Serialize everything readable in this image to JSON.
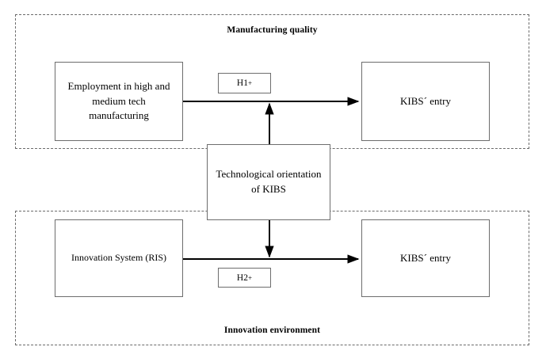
{
  "figure": {
    "type": "conceptual-model-diagram",
    "background_color": "#ffffff",
    "line_color": "#000000",
    "box_border_color": "#6d6d6d",
    "dashed_border_color": "#6b6b6b"
  },
  "groups": [
    {
      "id": "manufacturing",
      "title": "Manufacturing quality",
      "title_position": "top"
    },
    {
      "id": "innovation",
      "title": "Innovation environment",
      "title_position": "bottom"
    }
  ],
  "boxes": {
    "employment": "Employment in high and medium tech manufacturing",
    "kibs_entry_top": "KIBS´ entry",
    "innovation_system": "Innovation System (RIS)",
    "kibs_entry_bottom": "KIBS´ entry",
    "moderator": "Technological orientation of KIBS"
  },
  "hypotheses": [
    {
      "id": "h1",
      "label": "H1",
      "sign": "+"
    },
    {
      "id": "h2",
      "label": "H2",
      "sign": "+"
    }
  ],
  "arrows": [
    {
      "id": "h1-main-path",
      "from": "employment",
      "to": "kibs_entry_top",
      "direction": "right",
      "style": "solid"
    },
    {
      "id": "moderation-up",
      "from": "moderator",
      "to": "h1-main-path",
      "direction": "up",
      "style": "solid"
    },
    {
      "id": "h2-main-path",
      "from": "innovation_system",
      "to": "kibs_entry_bottom",
      "direction": "right",
      "style": "solid"
    },
    {
      "id": "moderation-down",
      "from": "moderator",
      "to": "h2-main-path",
      "direction": "down",
      "style": "solid"
    }
  ]
}
